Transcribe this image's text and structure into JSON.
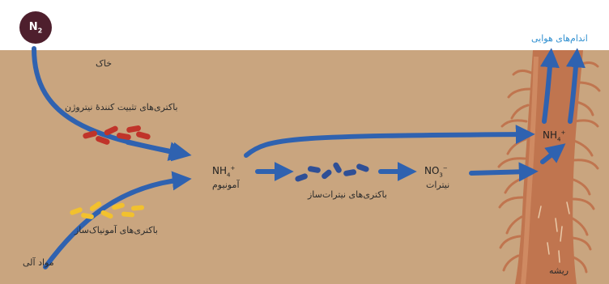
{
  "colors": {
    "soil": "#c9a57f",
    "arrow": "#2f62b0",
    "root": "#c0754f",
    "n2_badge": "#4e1f2d",
    "aerial_text": "#2f8fd0",
    "fixing_bacteria": "#c0342a",
    "ammonifying_bacteria": "#f2c12e",
    "nitrifying_bacteria": "#2f4f96"
  },
  "n2": {
    "symbol": "N",
    "subscript": "2"
  },
  "labels": {
    "soil": "خاک",
    "nitrogen_fixing_bacteria": "باکتری‌های تثبیت کنندهٔ نیتروژن",
    "ammonifying_bacteria": "باکتری‌های آمونیاک‌ساز",
    "organic_matter": "مواد آلی",
    "ammonium": "آمونیوم",
    "nitrifying_bacteria": "باکتری‌های نیترات‌ساز",
    "nitrate": "نیترات",
    "root": "ریشه",
    "aerial_organs": "اندام‌های هوایی"
  },
  "formulas": {
    "ammonium": {
      "base": "NH",
      "sub": "4",
      "sup": "+"
    },
    "nitrate": {
      "base": "NO",
      "sub": "3",
      "sup": "−"
    },
    "root_ammonium": {
      "base": "NH",
      "sub": "4",
      "sup": "+"
    }
  }
}
